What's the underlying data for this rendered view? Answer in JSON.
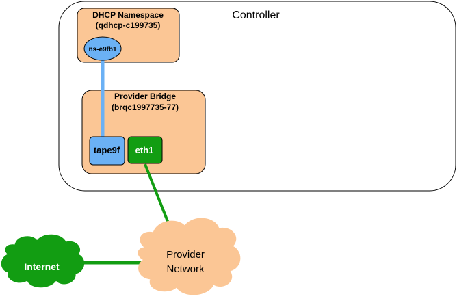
{
  "controller": {
    "label": "Controller"
  },
  "dhcp_namespace": {
    "title": "DHCP Namespace",
    "subtitle": "(qdhcp-c199735)",
    "port_label": "ns-e9fb1"
  },
  "provider_bridge": {
    "title": "Provider Bridge",
    "subtitle": "(brqc1997735-77)",
    "tap_label": "tape9f",
    "eth_label": "eth1"
  },
  "internet": {
    "label": "Internet"
  },
  "provider_network": {
    "line1": "Provider",
    "line2": "Network"
  },
  "colors": {
    "box_fill": "#fbc695",
    "blue": "#6bb1f5",
    "green": "#129d12",
    "white": "#ffffff"
  }
}
